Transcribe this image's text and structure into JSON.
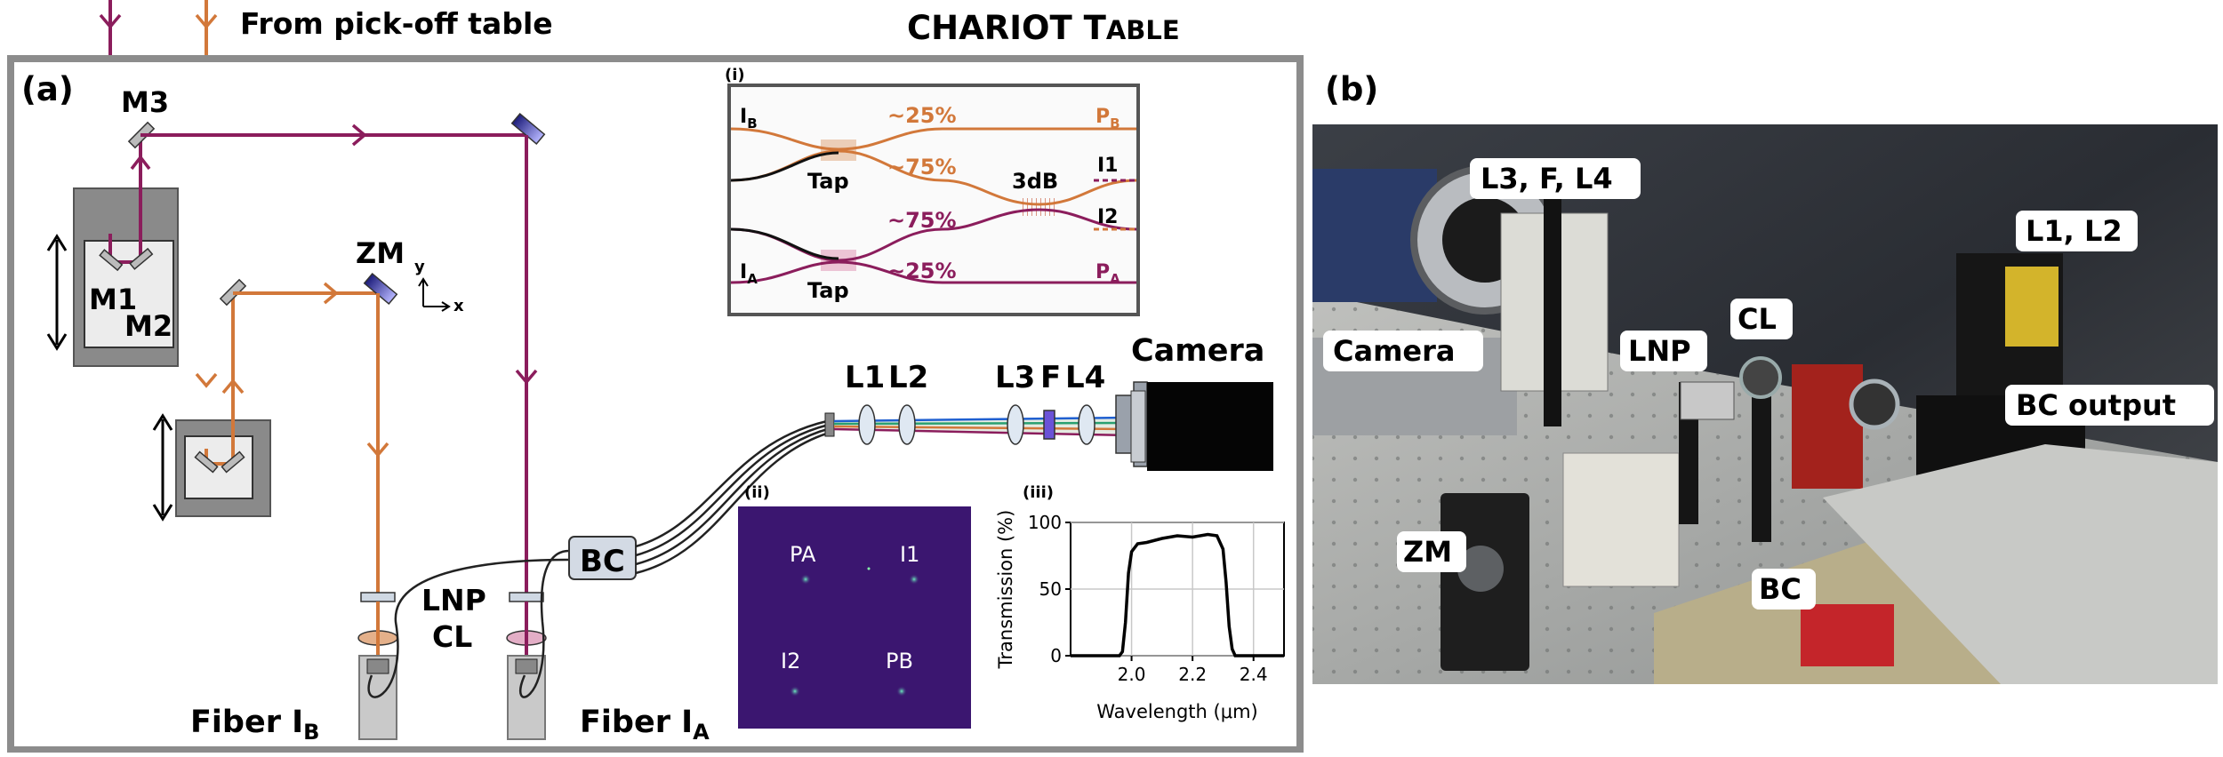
{
  "header": {
    "from_pickoff": "From pick-off table",
    "chariot_title_big": "CHARIOT T",
    "chariot_title_small": "ABLE"
  },
  "panel_a": {
    "label": "(a)",
    "mirrors": {
      "m3": "M3",
      "m1": "M1",
      "m2": "M2",
      "zm": "ZM"
    },
    "axes": {
      "y": "y",
      "x": "x"
    },
    "lnp": "LNP",
    "cl": "CL",
    "bc": "BC",
    "fiber_ib_main": "Fiber I",
    "fiber_ib_sub": "B",
    "fiber_ia_main": "Fiber I",
    "fiber_ia_sub": "A",
    "lens_labels": [
      "L1",
      "L2",
      "L3",
      "F",
      "L4"
    ],
    "camera": "Camera",
    "inset_i": {
      "label": "(i)",
      "ib_main": "I",
      "ib_sub": "B",
      "ia_main": "I",
      "ia_sub": "A",
      "pb_main": "P",
      "pb_sub": "B",
      "pa_main": "P",
      "pa_sub": "A",
      "top_pct": "~25%",
      "upper_mid_pct": "~75%",
      "lower_mid_pct": "~75%",
      "bottom_pct": "~25%",
      "tap_top": "Tap",
      "tap_bottom": "Tap",
      "coupler": "3dB",
      "i1": "I1",
      "i2": "I2",
      "colors": {
        "b": "#d2783a",
        "a": "#8b1d5c",
        "black": "#111111"
      }
    },
    "inset_ii": {
      "label": "(ii)",
      "spots": [
        "PA",
        "I1",
        "I2",
        "PB"
      ],
      "background": "#3b1670",
      "spot_color": "#3fd1a3"
    },
    "inset_iii": {
      "label": "(iii)",
      "xlabel": "Wavelength (μm)",
      "ylabel": "Transmission (%)"
    }
  },
  "chart_data": {
    "type": "line",
    "xlabel": "Wavelength (μm)",
    "ylabel": "Transmission (%)",
    "xlim": [
      1.8,
      2.5
    ],
    "ylim": [
      0,
      100
    ],
    "xticks": [
      "2.0",
      "2.2",
      "2.4"
    ],
    "yticks": [
      "0",
      "50",
      "100"
    ],
    "grid": true,
    "x": [
      1.8,
      1.96,
      1.97,
      1.98,
      1.99,
      2.0,
      2.02,
      2.05,
      2.1,
      2.15,
      2.2,
      2.25,
      2.28,
      2.3,
      2.31,
      2.32,
      2.33,
      2.34,
      2.5
    ],
    "y": [
      0,
      0,
      3,
      25,
      62,
      78,
      84,
      85,
      88,
      90,
      89,
      91,
      90,
      80,
      55,
      22,
      5,
      0,
      0
    ]
  },
  "panel_b": {
    "label": "(b)",
    "callouts": [
      "L3, F, L4",
      "L1, L2",
      "Camera",
      "LNP",
      "CL",
      "BC output",
      "ZM",
      "BC"
    ]
  }
}
